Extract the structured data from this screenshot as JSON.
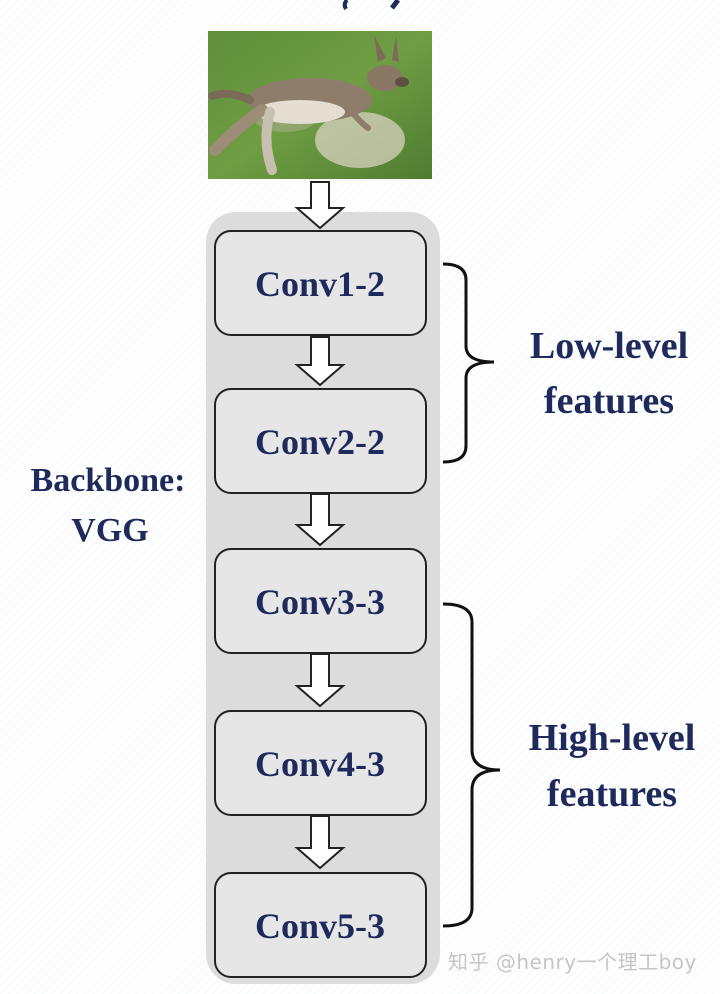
{
  "image": {
    "description_icon": "kangaroo-photo"
  },
  "backbone": {
    "label_line1": "Backbone:",
    "label_line2": "VGG"
  },
  "layers": [
    {
      "label": "Conv1-2"
    },
    {
      "label": "Conv2-2"
    },
    {
      "label": "Conv3-3"
    },
    {
      "label": "Conv4-3"
    },
    {
      "label": "Conv5-3"
    }
  ],
  "groups": {
    "low": {
      "line1": "Low-level",
      "line2": "features"
    },
    "high": {
      "line1": "High-level",
      "line2": "features"
    }
  },
  "watermark": "知乎 @henry一个理工boy",
  "colors": {
    "text": "#1f2a5c",
    "panel": "#dcdcdc",
    "box_fill": "#e6e6e6",
    "stroke": "#222222"
  }
}
